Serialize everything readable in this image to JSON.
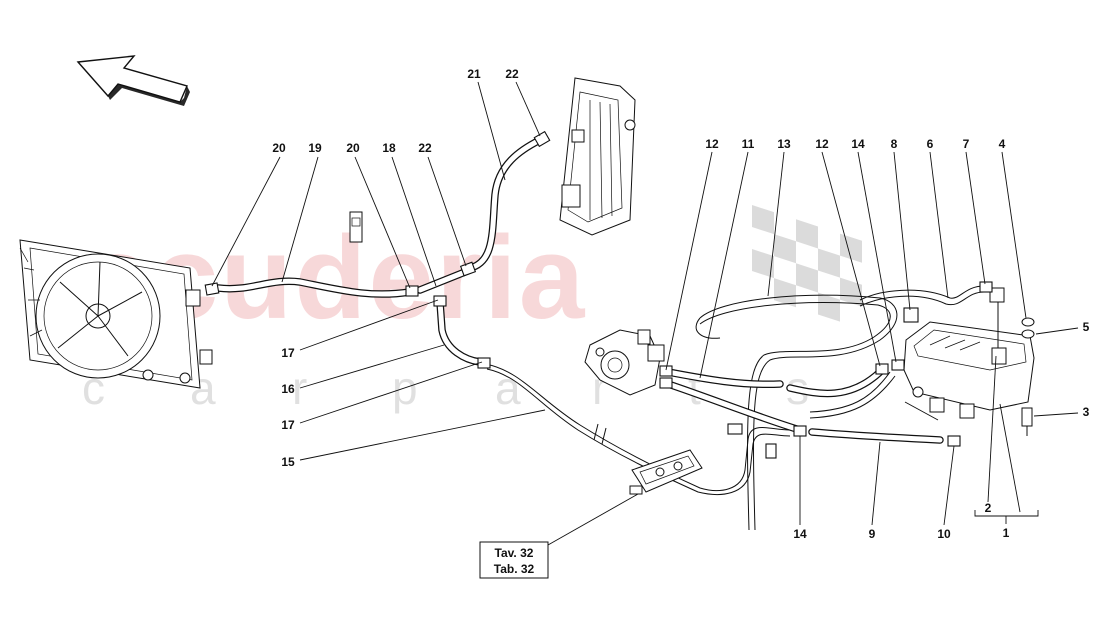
{
  "watermark": {
    "brand": "scuderia",
    "tagline": [
      "c",
      "a",
      "r",
      "p",
      "a",
      "r",
      "t",
      "s"
    ]
  },
  "reference_box": {
    "line1": "Tav. 32",
    "line2": "Tab. 32"
  },
  "callouts": {
    "c21": "21",
    "c22a": "22",
    "c20a": "20",
    "c19": "19",
    "c20b": "20",
    "c18": "18",
    "c22b": "22",
    "c17a": "17",
    "c16": "16",
    "c17b": "17",
    "c15": "15",
    "c12a": "12",
    "c11": "11",
    "c13": "13",
    "c12b": "12",
    "c14a": "14",
    "c8": "8",
    "c6": "6",
    "c7": "7",
    "c4": "4",
    "c5": "5",
    "c3": "3",
    "c2": "2",
    "c1": "1",
    "c14b": "14",
    "c9": "9",
    "c10": "10"
  },
  "icons": {
    "direction_arrow": "direction-arrow-icon",
    "checker_flag": "checkered-flag-icon"
  }
}
